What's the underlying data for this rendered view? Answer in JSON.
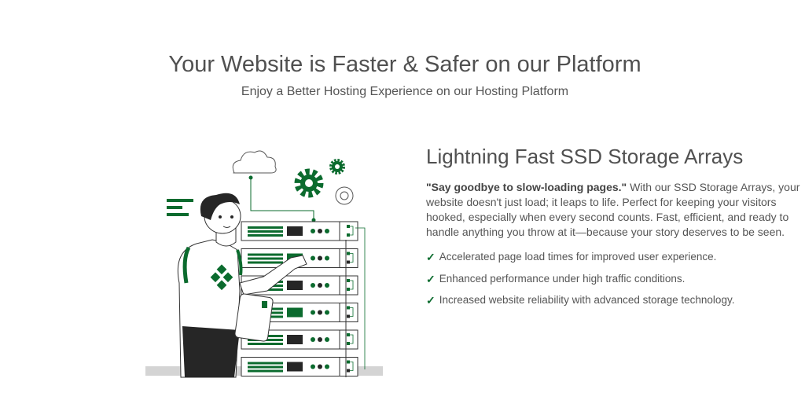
{
  "header": {
    "title": "Your Website is Faster & Safer on our Platform",
    "subtitle": "Enjoy a Better Hosting Experience on our Hosting Platform"
  },
  "feature": {
    "heading": "Lightning Fast SSD Storage Arrays",
    "quote": "\"Say goodbye to slow-loading pages.\"",
    "body": " With our SSD Storage Arrays, your website doesn't just load; it leaps to life. Perfect for keeping your visitors hooked, especially when every second counts. Fast, efficient, and ready to handle anything you throw at it—because your story deserves to be seen.",
    "bullets": [
      "Accelerated page load times for improved user experience.",
      "Enhanced performance under high traffic conditions.",
      "Increased website reliability with advanced storage technology."
    ],
    "icon": "check-icon"
  },
  "colors": {
    "accent": "#0b6b2e",
    "text": "#555555"
  }
}
